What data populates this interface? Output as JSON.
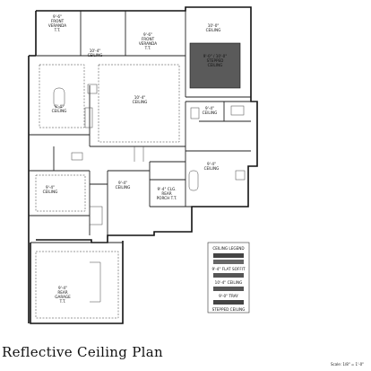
{
  "title": "Reflective Ceiling Plan",
  "scale_note": "Scale: 1/8\" = 1'-0\"",
  "rooms": [
    {
      "id": "front-veranda",
      "lines": [
        "9'-6\"",
        "FRONT",
        "VERANDA",
        "T.T."
      ]
    },
    {
      "id": "front-veranda-2",
      "lines": [
        "9'-6\"",
        "FRONT",
        "VERANDA",
        "T.T."
      ]
    },
    {
      "id": "master-ceiling-top",
      "lines": [
        "10'-0\"",
        "CEILING"
      ]
    },
    {
      "id": "stepped-ceiling",
      "lines": [
        "9'-0\" / 10'-0\"",
        "STEPPED",
        "CEILING"
      ]
    },
    {
      "id": "dining-ceiling",
      "lines": [
        "10'-4\"",
        "CEILING"
      ]
    },
    {
      "id": "great-room-ceiling",
      "lines": [
        "10'-4\"",
        "CEILING"
      ]
    },
    {
      "id": "kitchen-ceiling",
      "lines": [
        "9'-4\"",
        "CEILING"
      ]
    },
    {
      "id": "bath-ceiling",
      "lines": [
        "9'-4\"",
        "CEILING"
      ]
    },
    {
      "id": "master-bath-ceiling",
      "lines": [
        "9'-4\"",
        "CEILING"
      ]
    },
    {
      "id": "bedroom-ceiling-left",
      "lines": [
        "9'-4\"",
        "CEILING"
      ]
    },
    {
      "id": "hall-ceiling",
      "lines": [
        "9'-4\"",
        "CEILING"
      ]
    },
    {
      "id": "rear-porch",
      "lines": [
        "9'-4\" CLG.",
        "REAR",
        "PORCH T.T."
      ]
    },
    {
      "id": "garage",
      "lines": [
        "9'-4\"",
        "REAR",
        "GARAGE",
        "T.T."
      ]
    }
  ],
  "legend": {
    "title": "CEILING LEGEND",
    "items": [
      "9'-4\" FLAT SOFFIT",
      "10'-4\" CEILING",
      "9'-0\" TRAY",
      "STEPPED CEILING"
    ]
  }
}
